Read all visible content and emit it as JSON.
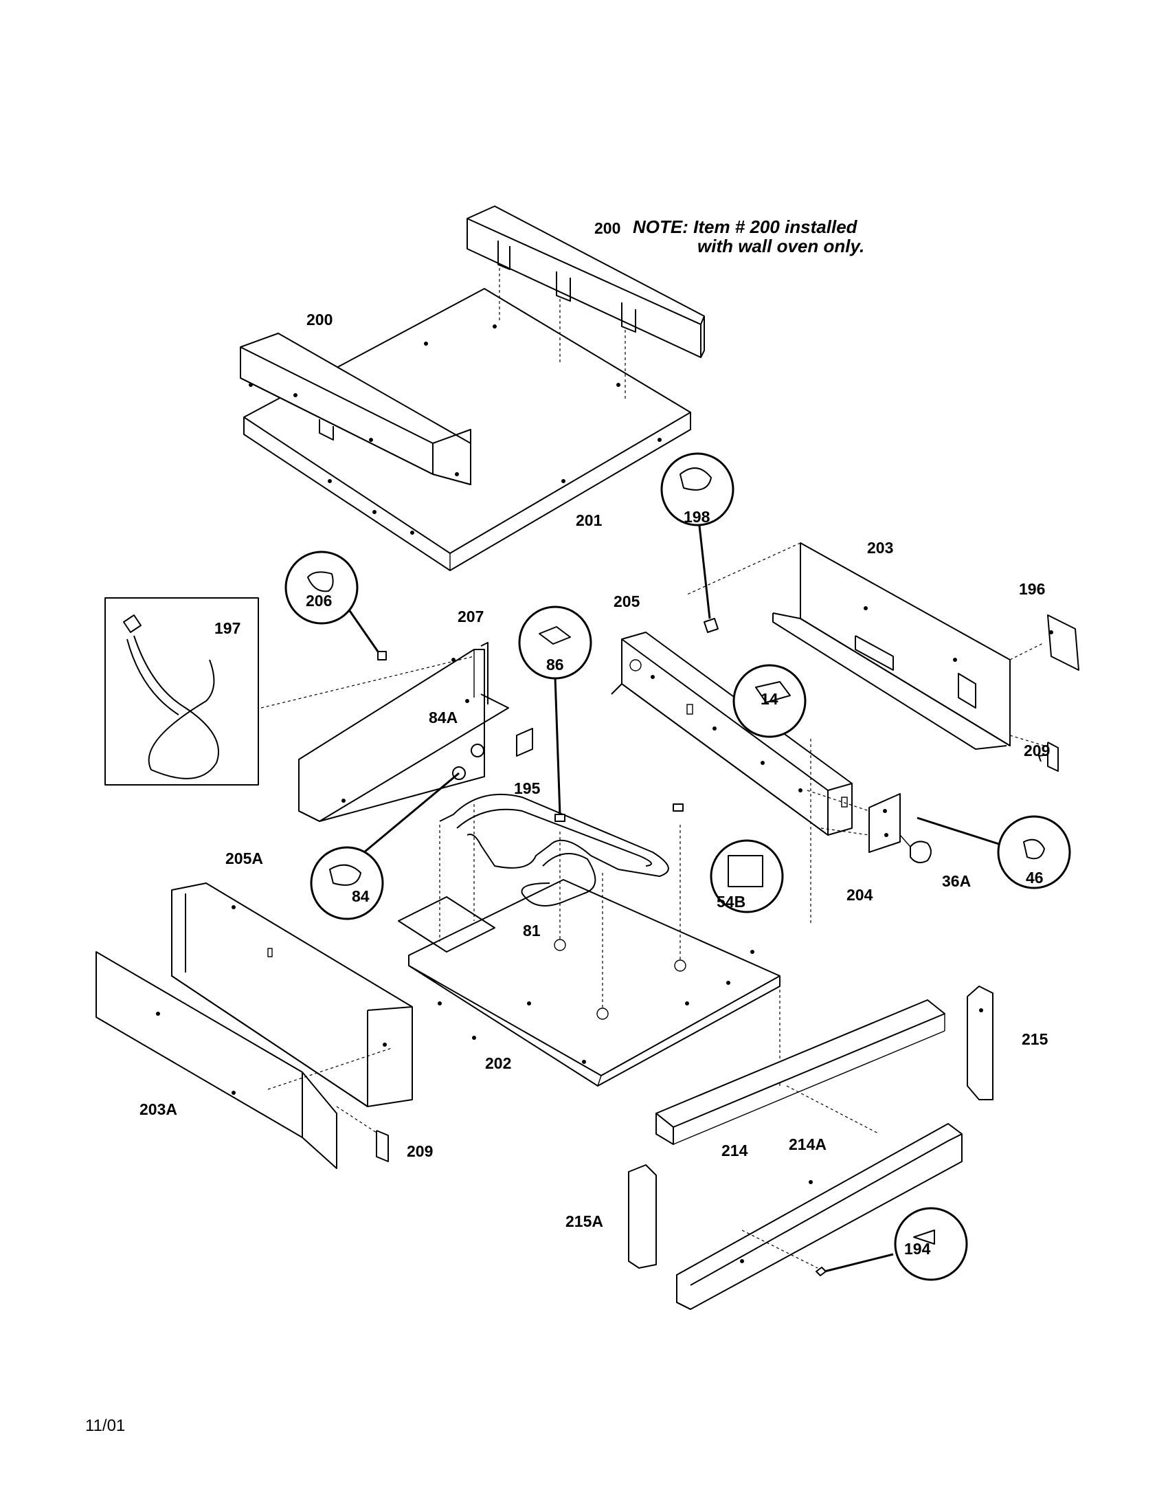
{
  "note": {
    "line1": "NOTE: Item # 200 installed",
    "line2": "with wall oven only."
  },
  "date_code": "11/01",
  "labels": {
    "p200_top": "200",
    "p200_left": "200",
    "p201": "201",
    "p198": "198",
    "p203": "203",
    "p196": "196",
    "p206": "206",
    "p197": "197",
    "p207": "207",
    "p86": "86",
    "p205": "205",
    "p14": "14",
    "p84a": "84A",
    "p195": "195",
    "p209_right": "209",
    "p205a": "205A",
    "p84": "84",
    "p54b": "54B",
    "p36a": "36A",
    "p46": "46",
    "p204": "204",
    "p81": "81",
    "p215": "215",
    "p202": "202",
    "p203a": "203A",
    "p209_left": "209",
    "p214": "214",
    "p214a": "214A",
    "p215a": "215A",
    "p194": "194"
  }
}
